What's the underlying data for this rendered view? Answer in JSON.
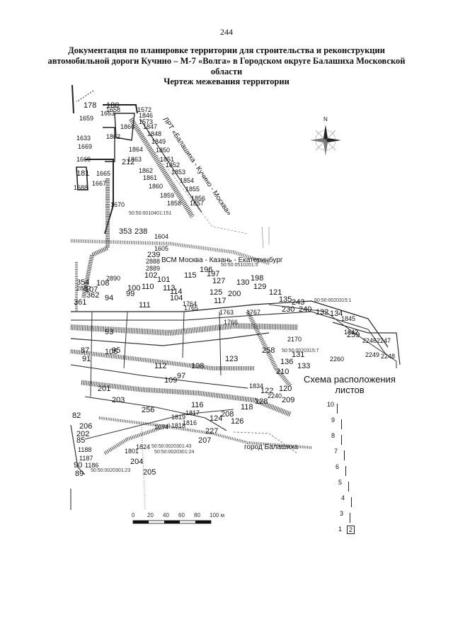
{
  "page_number": "244",
  "title": "Документация по планировке территории для строительства и реконструкции автомобильной дороги Кучино – М-7 «Волга» в Городском округе Балашиха Московской области",
  "subtitle": "Чертеж межевания территории",
  "map": {
    "railway_label": "ЛРТ «Балашиха - Кучино - Москва»",
    "hsr_label": "ВСМ Москва - Казань - Екатеринбург",
    "city_label": "город Балашиха",
    "north_label": "N",
    "cadastral": [
      "50:50:0010401:151",
      "50:50:0510201:5",
      "50:50:0020315:1",
      "50:50:0020315:7",
      "50:50:0020301:43",
      "50:50:0020301:24",
      "50:50:0020301:23"
    ],
    "plots_large": [
      "178",
      "180",
      "212",
      "181",
      "353",
      "238",
      "239",
      "354",
      "361",
      "362",
      "107",
      "108",
      "102",
      "101",
      "110",
      "113",
      "114",
      "115",
      "196",
      "197",
      "127",
      "125",
      "117",
      "200",
      "130",
      "198",
      "129",
      "121",
      "135",
      "243",
      "230",
      "240",
      "132",
      "134",
      "259",
      "104",
      "111",
      "99",
      "100",
      "94",
      "93",
      "87",
      "91",
      "105",
      "95",
      "123",
      "136",
      "133",
      "131",
      "122",
      "120",
      "128",
      "209",
      "118",
      "208",
      "126",
      "116",
      "227",
      "207",
      "124",
      "256",
      "206",
      "202",
      "82",
      "85",
      "90",
      "89",
      "205",
      "204",
      "258",
      "210",
      "201",
      "203",
      "109",
      "97",
      "108",
      "112"
    ],
    "plots_small": [
      "1659",
      "1663",
      "1658",
      "1866",
      "1572",
      "1846",
      "1573",
      "1847",
      "1633",
      "1862",
      "1848",
      "1669",
      "1669",
      "1849",
      "1864",
      "1850",
      "1863",
      "1851",
      "1852",
      "1862",
      "1853",
      "1861",
      "1854",
      "1860",
      "1855",
      "1859",
      "1856",
      "1858",
      "1857",
      "1688",
      "1665",
      "1667",
      "1670",
      "1604",
      "1605",
      "2888",
      "2889",
      "2890",
      "2882",
      "1765",
      "1764",
      "1767",
      "1763",
      "1766",
      "1845",
      "1842",
      "2246",
      "2247",
      "2248",
      "2249",
      "2260",
      "2170",
      "1834",
      "2240",
      "1824",
      "1074",
      "1818",
      "1819",
      "1816",
      "1817",
      "1801",
      "1188",
      "1187",
      "1186"
    ]
  },
  "scale": {
    "ticks": [
      "0",
      "20",
      "40",
      "60",
      "80",
      "100 м"
    ]
  },
  "layout_scheme": {
    "title_line1": "Схема расположения",
    "title_line2": "листов",
    "sheets": [
      "10",
      "9",
      "8",
      "7",
      "6",
      "5",
      "4",
      "3",
      "1",
      "2"
    ],
    "current_sheet": "2"
  }
}
